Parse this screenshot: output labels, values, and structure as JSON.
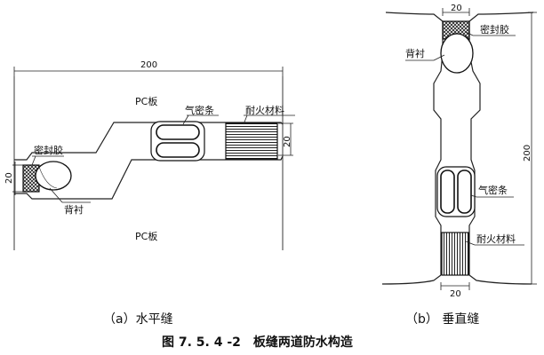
{
  "horizontal": {
    "dimension_top": "200",
    "upper_panel": "PC板",
    "lower_panel": "PC板",
    "sealant": "密封胶",
    "backing": "背衬",
    "gasket": "气密条",
    "fireproof": "耐火材料",
    "dim_left": "20",
    "dim_right": "20"
  },
  "vertical": {
    "dim_top": "20",
    "dim_bottom": "20",
    "dim_side": "200",
    "sealant": "密封胶",
    "backing": "背衬",
    "gasket": "气密条",
    "fireproof": "耐火材料"
  },
  "captions": {
    "a": "（a）水平缝",
    "b": "（b） 垂直缝"
  },
  "figure_title": "图 7. 5. 4 -2　板缝两道防水构造"
}
